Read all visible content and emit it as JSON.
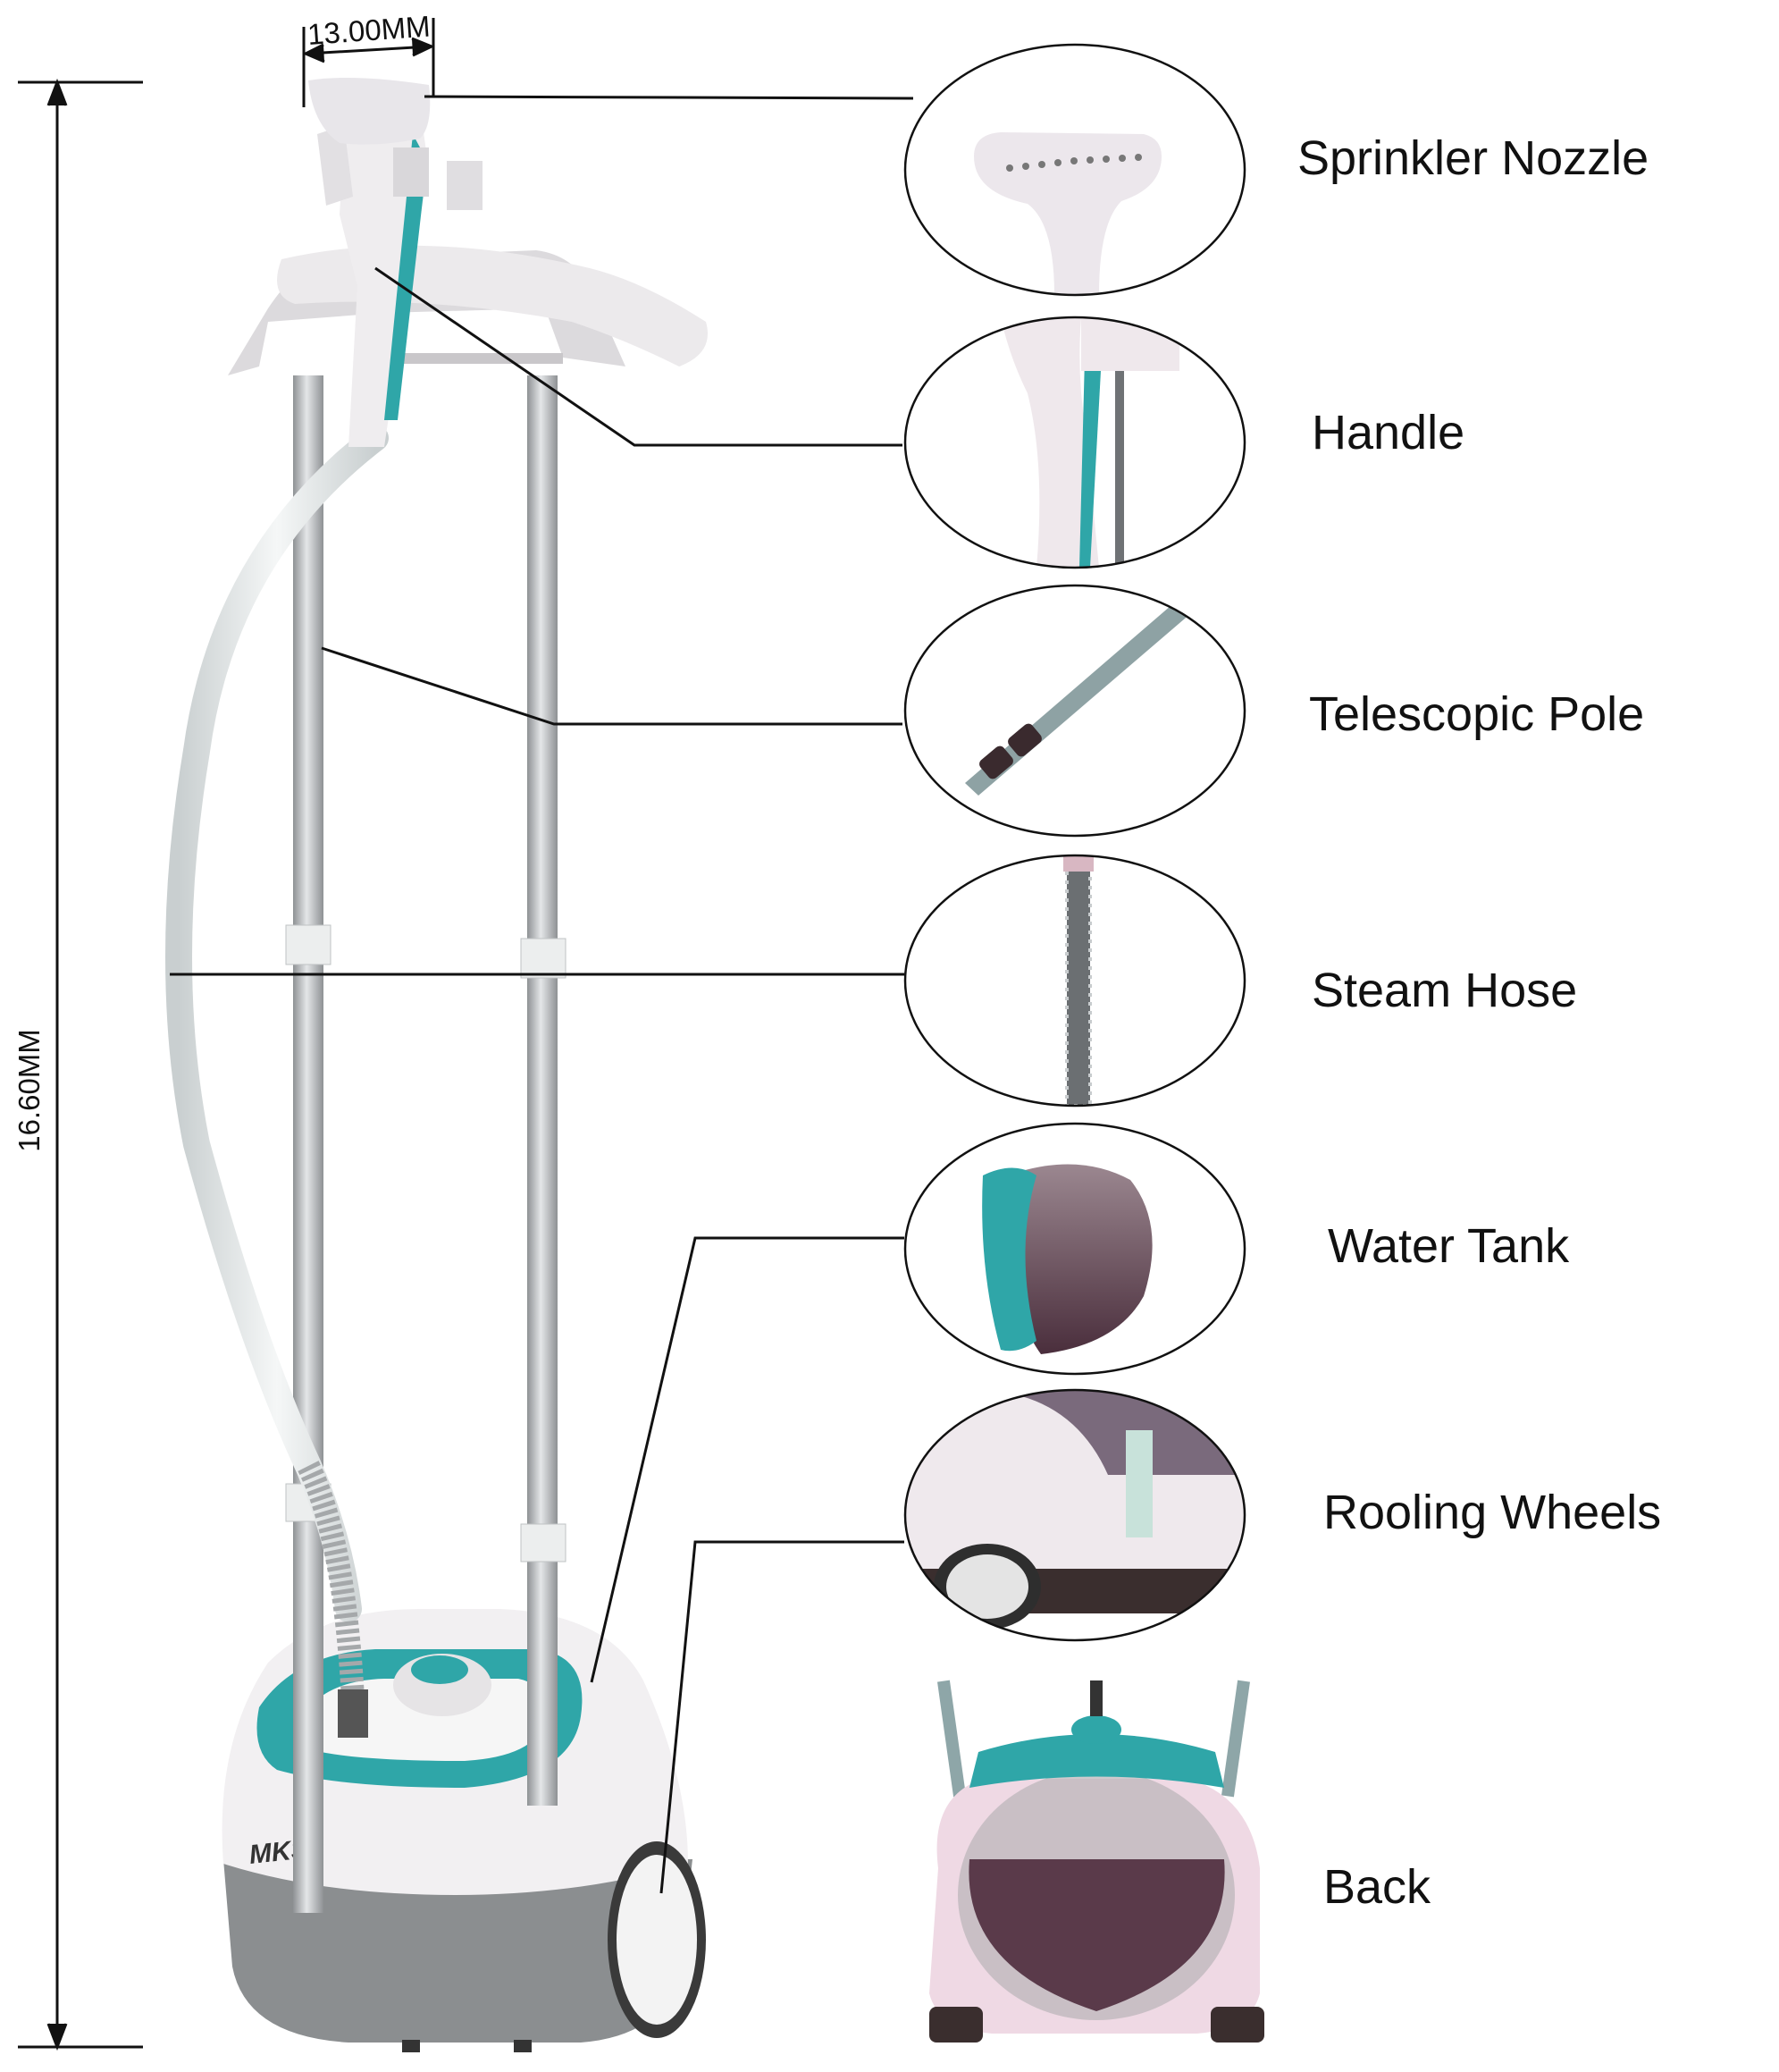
{
  "dimensions": {
    "width_label": "13.00MM",
    "height_label": "16.60MM"
  },
  "parts": [
    {
      "id": "sprinkler-nozzle",
      "label": "Sprinkler Nozzle"
    },
    {
      "id": "handle",
      "label": "Handle"
    },
    {
      "id": "telescopic-pole",
      "label": "Telescopic Pole"
    },
    {
      "id": "steam-hose",
      "label": "Steam Hose"
    },
    {
      "id": "water-tank",
      "label": "Water Tank"
    },
    {
      "id": "rolling-wheels",
      "label": "Rooling Wheels"
    },
    {
      "id": "back",
      "label": "Back"
    }
  ],
  "brand": {
    "logo_text": "MKS"
  },
  "colors": {
    "accent_teal": "#2fa6a8",
    "body_white": "#f1eff1",
    "base_gray": "#8a8d8f",
    "pole_silver": "#b9bcbf",
    "hose_white": "#e8ecec",
    "tank_purple": "#6a4a58",
    "line": "#111111"
  }
}
